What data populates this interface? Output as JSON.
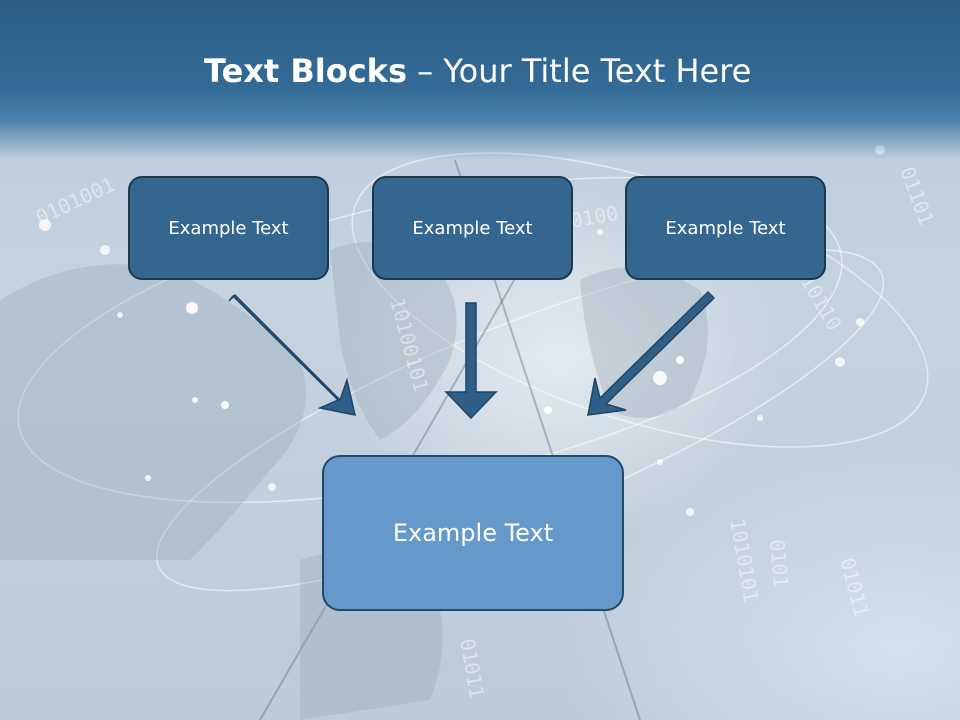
{
  "title": {
    "bold": "Text Blocks",
    "dash": " – ",
    "rest": "Your Title Text Here"
  },
  "boxes": {
    "left": "Example Text",
    "center": "Example Text",
    "right": "Example Text",
    "bottom": "Example Text"
  },
  "colors": {
    "title_bar": "#336b96",
    "small_box": "#34668f",
    "large_box": "#6599c9",
    "arrow": "#2f5f86",
    "border": "#1c3850"
  }
}
